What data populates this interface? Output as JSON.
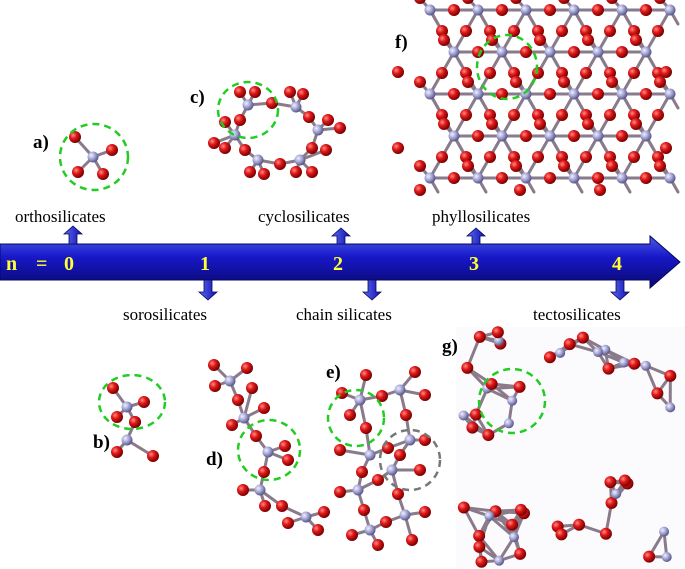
{
  "timeline": {
    "n_label": "n",
    "equals": "=",
    "ticks": [
      "0",
      "1",
      "2",
      "3",
      "4"
    ]
  },
  "classes": {
    "orthosilicates": "orthosilicates",
    "sorosilicates": "sorosilicates",
    "cyclosilicates": "cyclosilicates",
    "chain_silicates": "chain silicates",
    "phyllosilicates": "phyllosilicates",
    "tectosilicates": "tectosilicates"
  },
  "panels": {
    "a": "a)",
    "b": "b)",
    "c": "c)",
    "d": "d)",
    "e": "e)",
    "f": "f)",
    "g": "g)"
  },
  "colors": {
    "arrow_blue": "#1010c0",
    "tick_yellow": "#ffff33",
    "oxygen_red": "#d81010",
    "silicon_lavender": "#a8a8d8",
    "bond_gray": "#8a7a8a",
    "highlight_green": "#22cc22",
    "highlight_gray": "#777777"
  }
}
